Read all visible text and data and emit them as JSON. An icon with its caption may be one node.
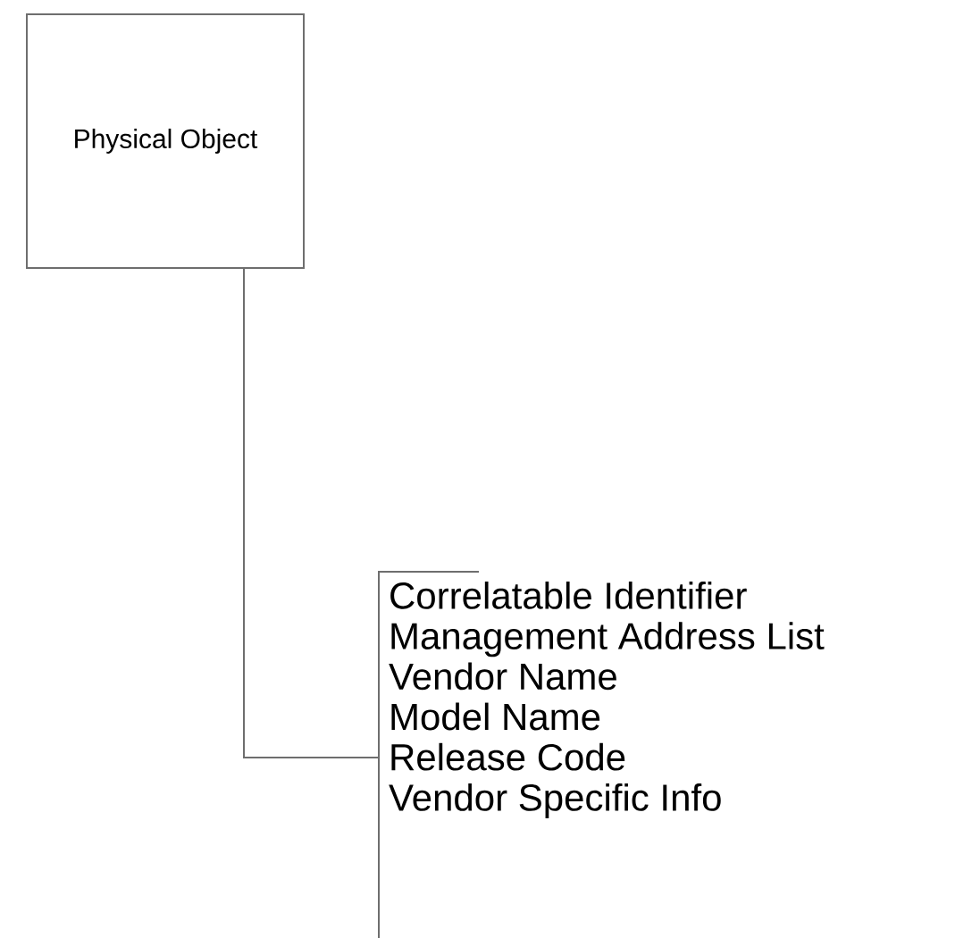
{
  "diagram": {
    "nodes": [
      {
        "text": [
          "Physical Object"
        ]
      },
      {
        "text": [
          "Correlatable Identifier",
          "Management Address List",
          "Vendor Name",
          "Model Name",
          "Release Code",
          "Vendor Specific Info"
        ]
      }
    ],
    "edges": [
      {
        "from": 0,
        "to": 1,
        "arrow": "none"
      }
    ]
  }
}
